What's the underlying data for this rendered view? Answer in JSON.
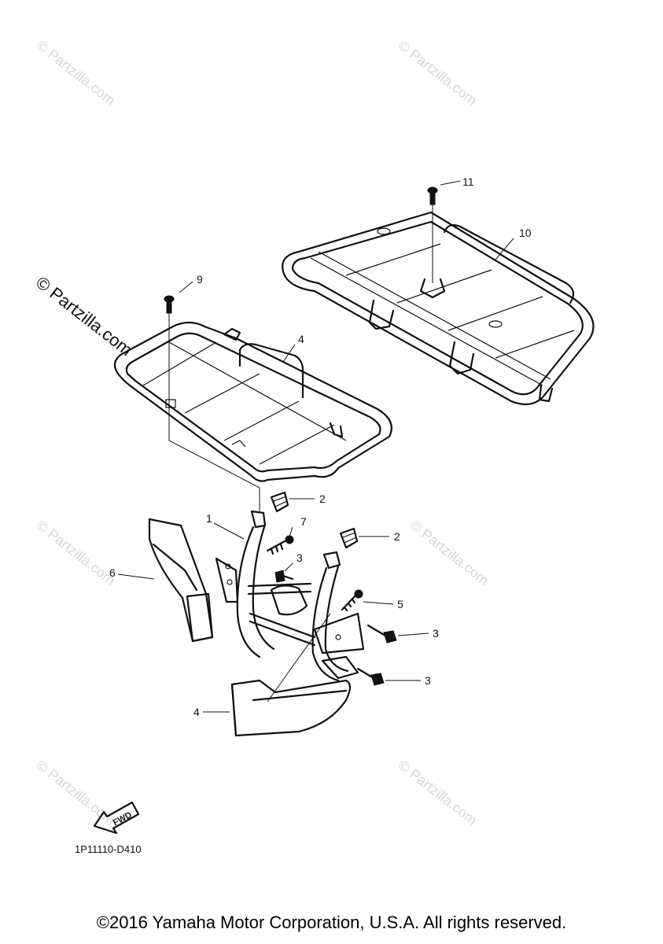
{
  "watermark": "© Partzilla.com",
  "diagram_code": "1P11110-D410",
  "fwd_label": "FWD",
  "callouts": {
    "c1": "1",
    "c2a": "2",
    "c2b": "2",
    "c3a": "3",
    "c3b": "3",
    "c3c": "3",
    "c4a": "4",
    "c4b": "4",
    "c5": "5",
    "c6": "6",
    "c7": "7",
    "c9": "9",
    "c10": "10",
    "c11": "11"
  },
  "copyright": "©2016 Yamaha Motor Corporation, U.S.A. All rights reserved."
}
